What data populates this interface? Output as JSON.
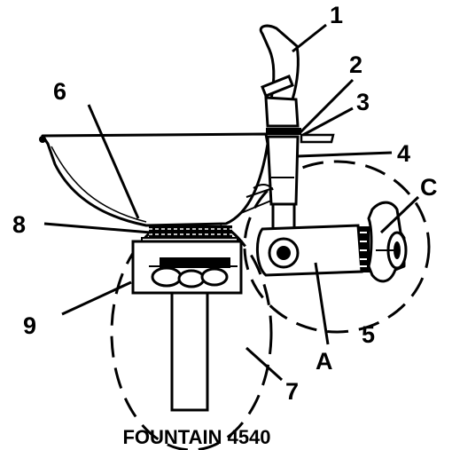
{
  "diagram": {
    "caption": "FOUNTAIN 4540",
    "callouts": [
      "1",
      "2",
      "3",
      "4",
      "5",
      "6",
      "7",
      "8",
      "9",
      "A",
      "C"
    ]
  }
}
